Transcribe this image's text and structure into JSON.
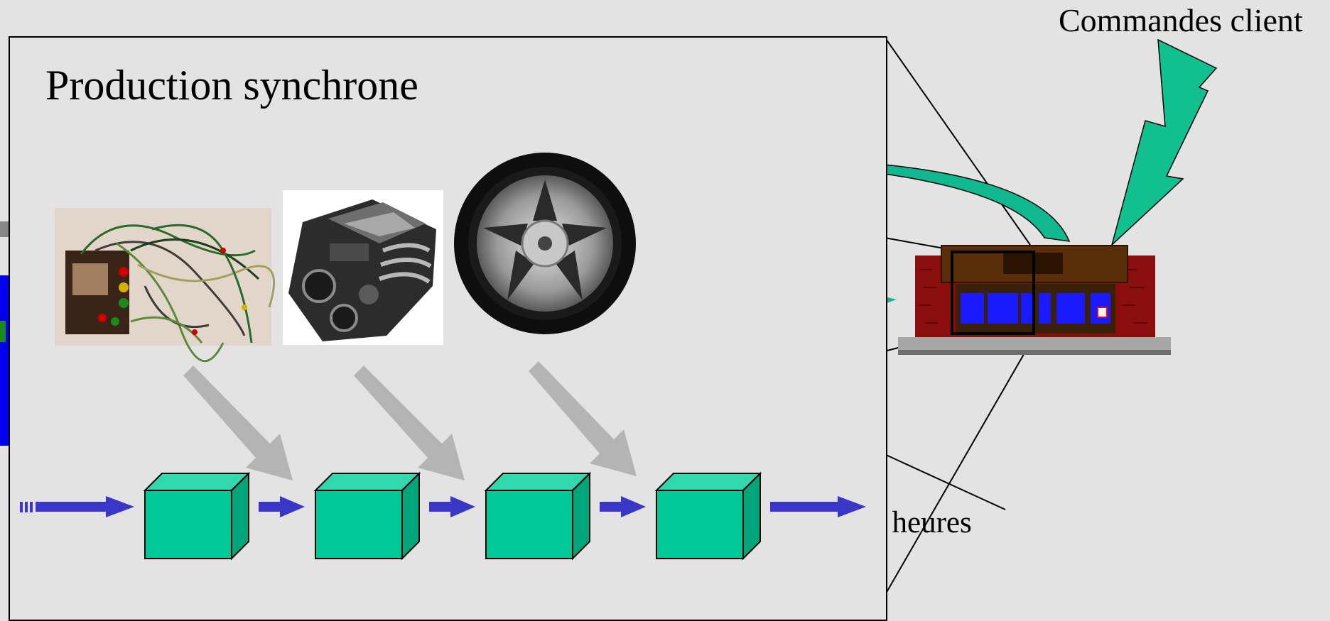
{
  "background_slide": {
    "label_commandes": "Commandes client",
    "label_heures_fragment": "s heures"
  },
  "panel": {
    "title": "Production synchrone",
    "components": [
      {
        "name": "wiring-harness"
      },
      {
        "name": "engine"
      },
      {
        "name": "wheel"
      }
    ],
    "workstation_count": 4
  },
  "colors": {
    "background": "#e3e3e3",
    "workstation": "#00c896",
    "flow_arrow": "#3a36c8",
    "feed_arrow": "#b4b4b4",
    "bolt": "#10c08e",
    "shop_brick": "#8a0e0e",
    "shop_roof": "#5a2e08",
    "shop_window": "#1a1aff"
  }
}
